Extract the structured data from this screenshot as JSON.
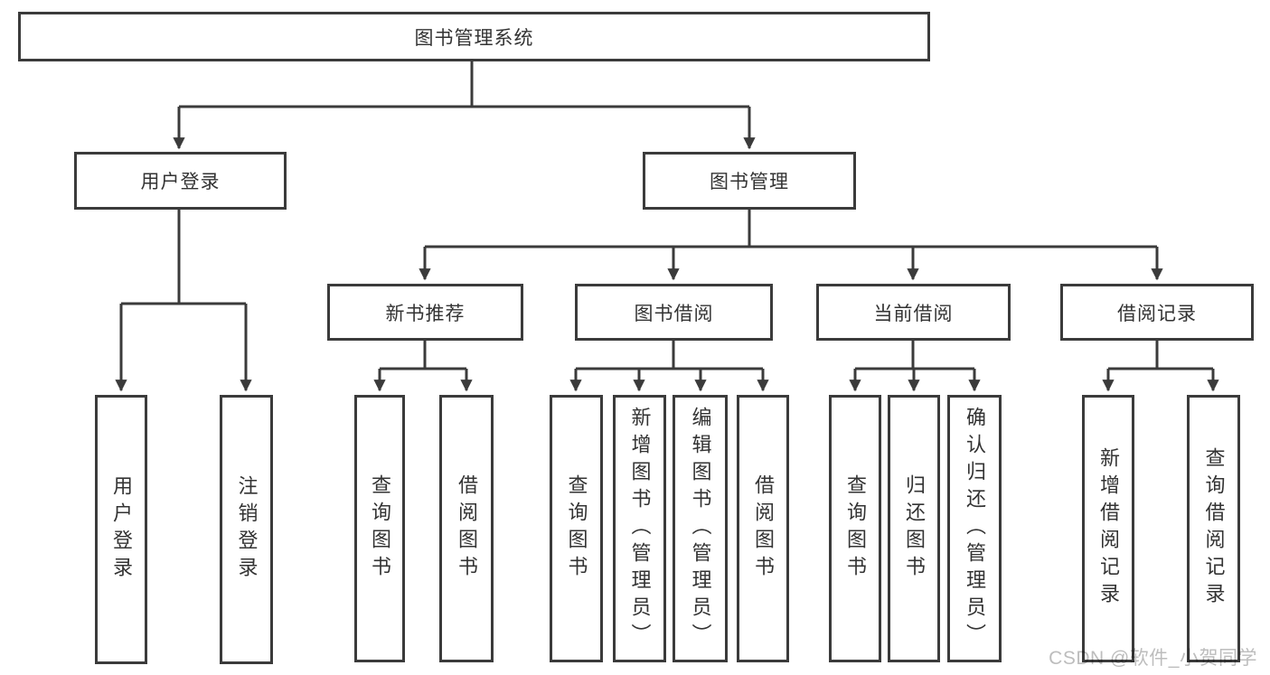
{
  "nodes": {
    "root": "图书管理系统",
    "level1": [
      "用户登录",
      "图书管理"
    ],
    "level2": [
      "新书推荐",
      "图书借阅",
      "当前借阅",
      "借阅记录"
    ],
    "user_login_children": [
      "用户登录",
      "注销登录"
    ],
    "new_book_children": [
      "查询图书",
      "借阅图书"
    ],
    "book_borrow_children": [
      "查询图书",
      "新增图书（管理员）",
      "编辑图书（管理员）",
      "借阅图书"
    ],
    "current_borrow_children": [
      "查询图书",
      "归还图书",
      "确认归还（管理员）"
    ],
    "record_children": [
      "新增借阅记录",
      "查询借阅记录"
    ]
  },
  "watermark": "CSDN @软件_小贺同学",
  "colors": {
    "line": "#3b3b3b",
    "box_border": "#3b3b3b",
    "text": "#333333",
    "watermark": "#bdbdbd",
    "background": "#ffffff"
  }
}
